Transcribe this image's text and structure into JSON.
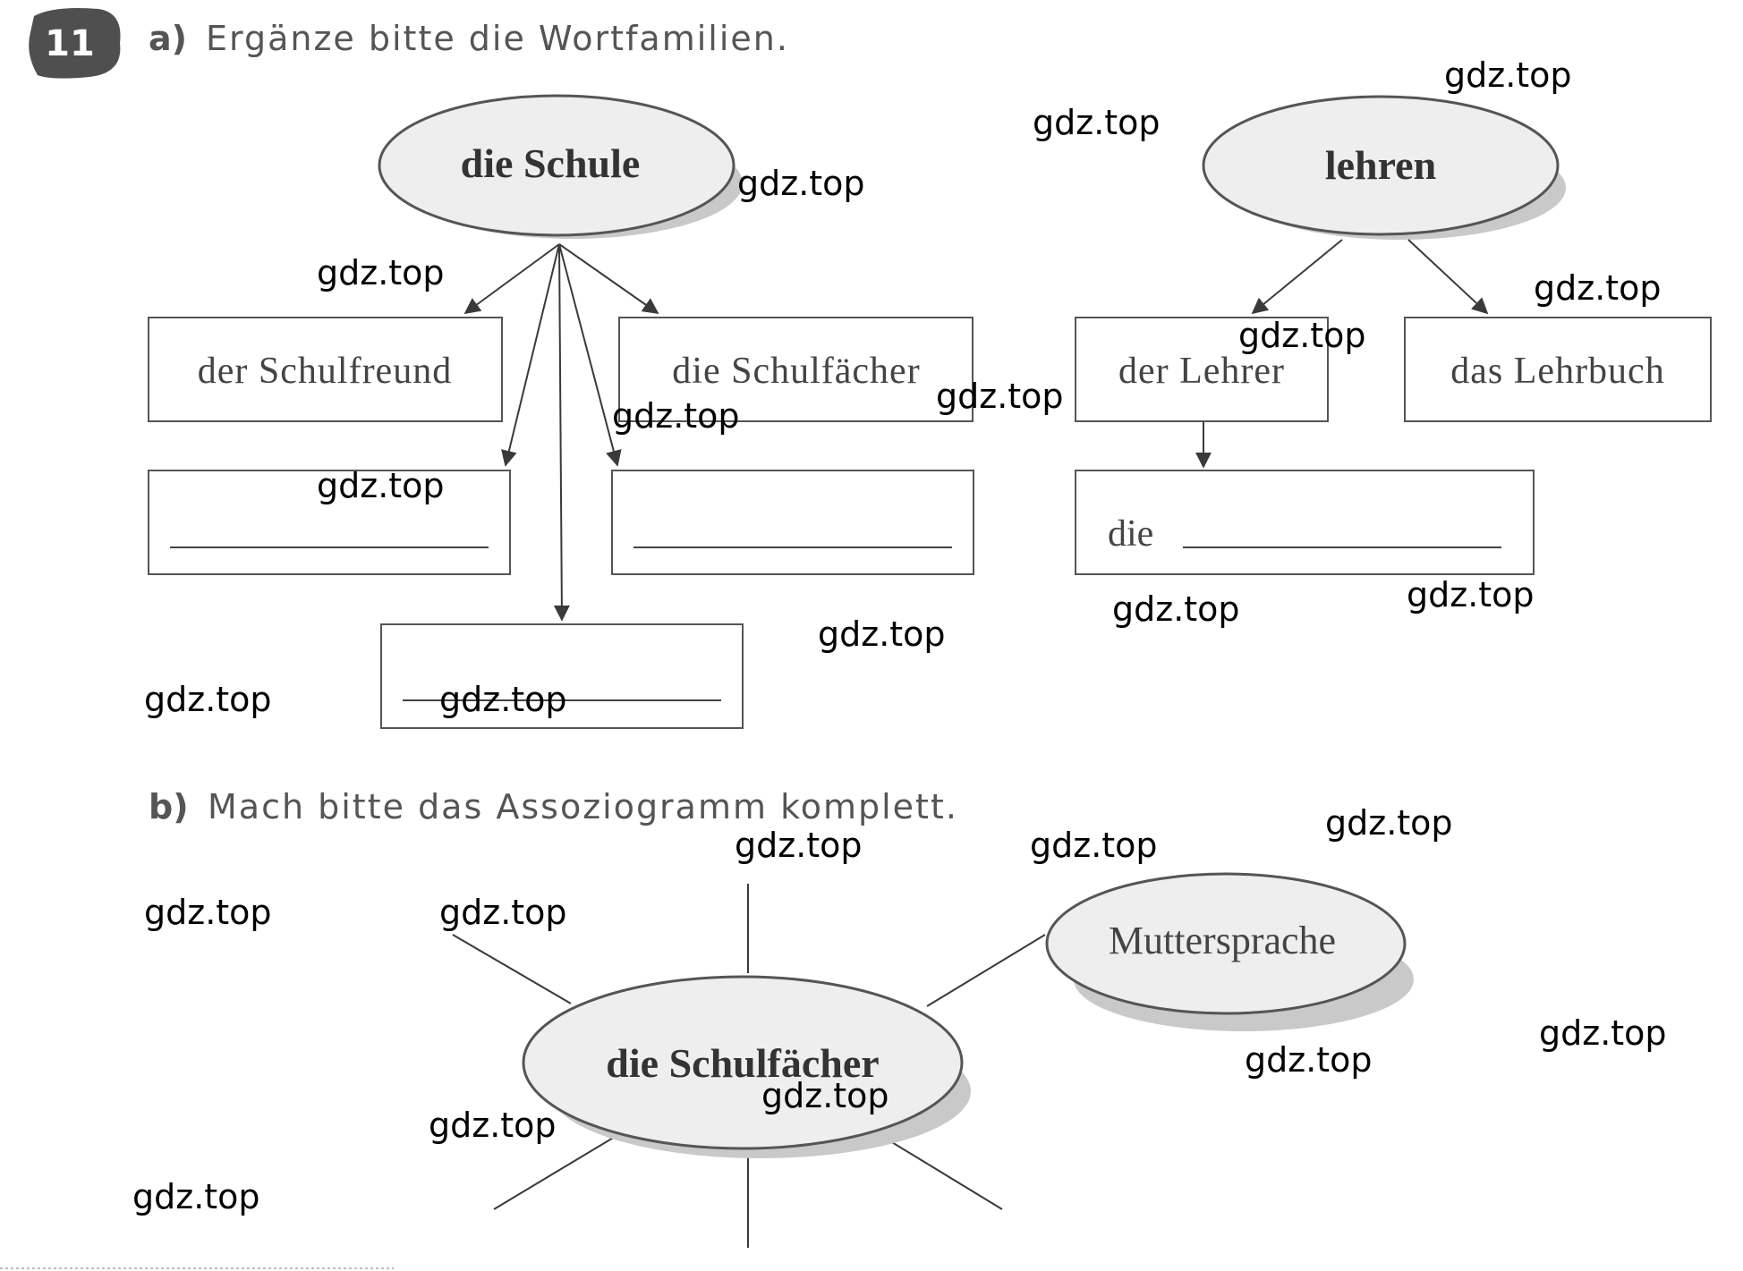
{
  "exercise": {
    "number": "11",
    "part_a": {
      "label": "a)",
      "instruction": "Ergänze bitte die Wortfamilien."
    },
    "part_b": {
      "label": "b)",
      "instruction": "Mach bitte das Assoziogramm komplett."
    }
  },
  "family_schule": {
    "root": "die Schule",
    "words": [
      "der Schulfreund",
      "die Schulfächer"
    ]
  },
  "family_lehren": {
    "root": "lehren",
    "words": [
      "der Lehrer",
      "das Lehrbuch"
    ],
    "blank_prefix": "die"
  },
  "assoziogramm": {
    "center": "die Schulfächer",
    "item": "Muttersprache"
  },
  "watermark": "gdz.top",
  "colors": {
    "ink": "#3a3a3a",
    "shadow": "#c4c4c4",
    "ellipse_fill": "#eeeeee",
    "badge": "#555555"
  }
}
